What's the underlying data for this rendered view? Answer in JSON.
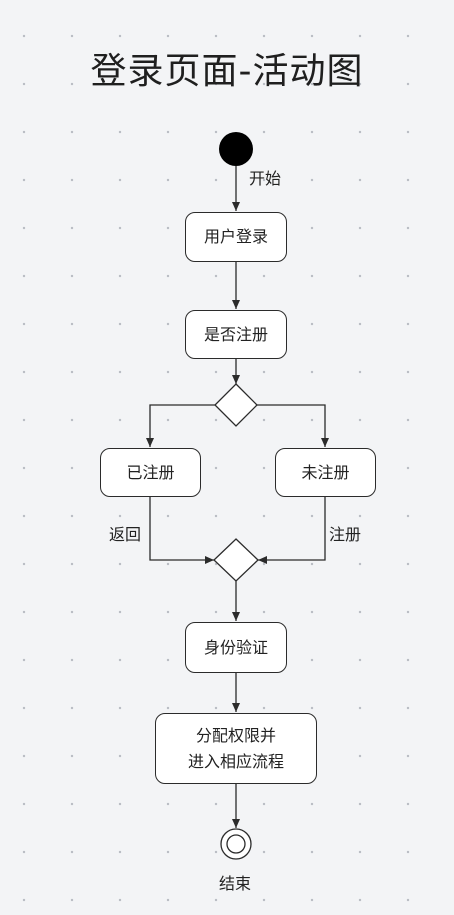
{
  "title": "登录页面-活动图",
  "nodes": {
    "login": "用户登录",
    "check": "是否注册",
    "registered": "已注册",
    "unregistered": "未注册",
    "verify": "身份验证",
    "assign_line1": "分配权限并",
    "assign_line2": "进入相应流程"
  },
  "labels": {
    "start": "开始",
    "back": "返回",
    "register": "注册",
    "end": "结束"
  }
}
